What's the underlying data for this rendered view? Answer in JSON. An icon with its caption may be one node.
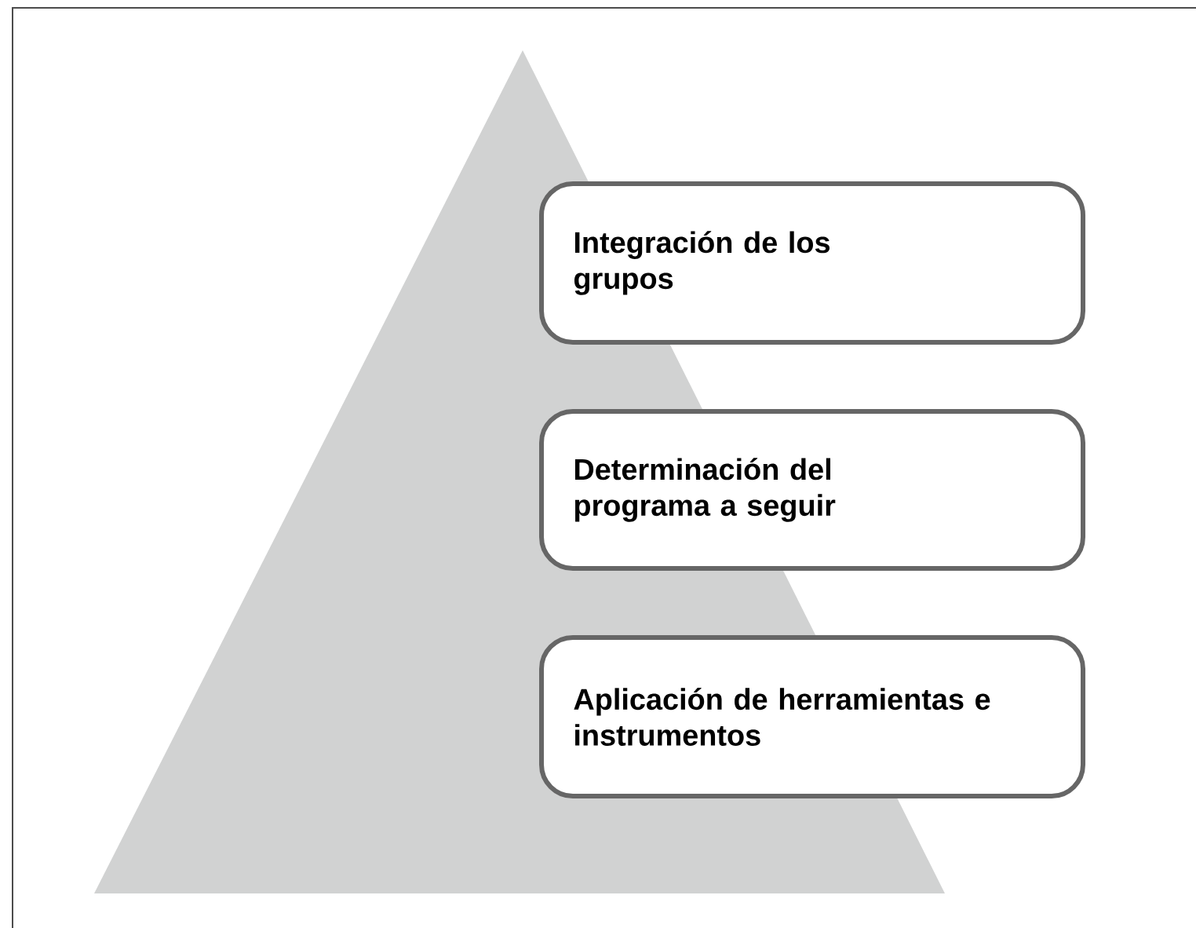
{
  "diagram": {
    "nodes": [
      {
        "text": [],
        "shape": "triangle"
      },
      {
        "text": [
          "Integración de los grupos"
        ]
      },
      {
        "text": [
          "Determinación del programa a seguir"
        ]
      },
      {
        "text": [
          "Aplicación de herramientas e instrumentos"
        ]
      }
    ]
  }
}
